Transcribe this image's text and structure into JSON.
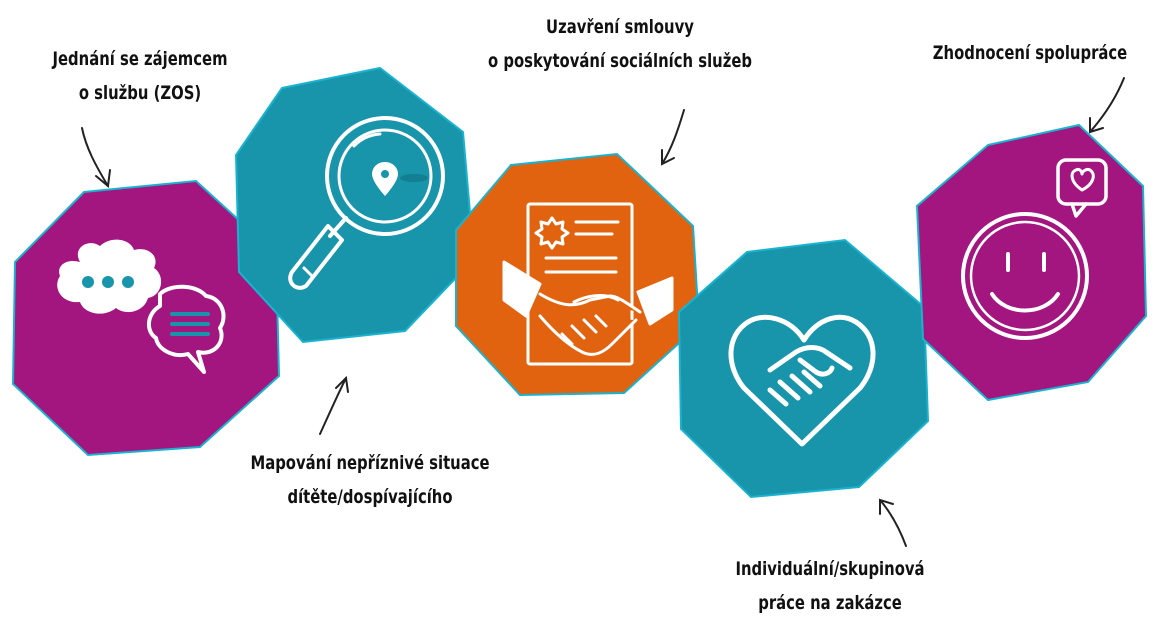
{
  "colors": {
    "magenta": "#a3157f",
    "teal": "#1895ab",
    "orange": "#e2630f",
    "outline": "#1ab3cf",
    "icon_stroke": "#ffffff",
    "arrow": "#222222"
  },
  "steps": [
    {
      "label_lines": [
        "Jednání se zájemcem",
        "o službu (ZOS)"
      ],
      "color": "magenta",
      "icon": "speech-bubbles-icon"
    },
    {
      "label_lines": [
        "Mapování nepříznivé situace",
        "dítěte/dospívajícího"
      ],
      "color": "teal",
      "icon": "magnifier-location-icon"
    },
    {
      "label_lines": [
        "Uzavření smlouvy",
        "o poskytování sociálních služeb"
      ],
      "color": "orange",
      "icon": "contract-handshake-icon"
    },
    {
      "label_lines": [
        "Individuální/skupinová",
        "práce na zakázce"
      ],
      "color": "teal",
      "icon": "heart-handshake-icon"
    },
    {
      "label_lines": [
        "Zhodnocení spolupráce"
      ],
      "color": "magenta",
      "icon": "smiley-heart-icon"
    }
  ]
}
